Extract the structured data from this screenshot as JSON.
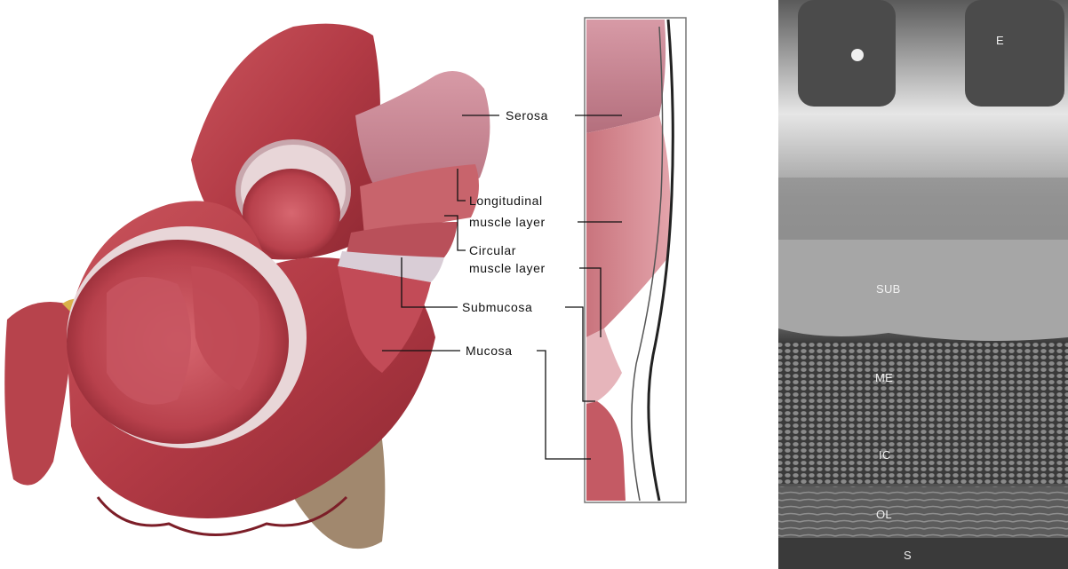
{
  "illustration": {
    "labels": {
      "serosa": "Serosa",
      "longitudinal_1": "Longitudinal",
      "longitudinal_2": "muscle layer",
      "circular_1": "Circular",
      "circular_2": "muscle layer",
      "submucosa": "Submucosa",
      "mucosa": "Mucosa"
    }
  },
  "micrograph": {
    "labels": {
      "e": "E",
      "sub": "SUB",
      "me": "ME",
      "ic": "IC",
      "ol": "OL",
      "s": "S"
    }
  }
}
